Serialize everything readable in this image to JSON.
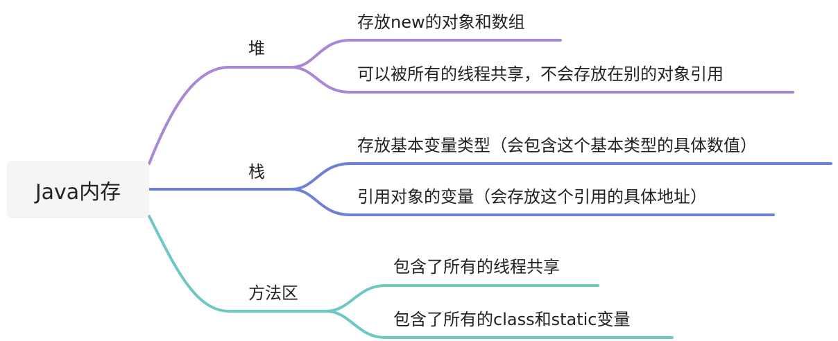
{
  "mindmap": {
    "root": {
      "label": "Java内存"
    },
    "branches": [
      {
        "label": "堆",
        "color": "#a987d8",
        "children": [
          {
            "label": "存放new的对象和数组"
          },
          {
            "label": "可以被所有的线程共享，不会存放在别的对象引用"
          }
        ]
      },
      {
        "label": "栈",
        "color": "#6d7fd6",
        "children": [
          {
            "label": "存放基本变量类型（会包含这个基本类型的具体数值）"
          },
          {
            "label": "引用对象的变量（会存放这个引用的具体地址）"
          }
        ]
      },
      {
        "label": "方法区",
        "color": "#6ec7c3",
        "children": [
          {
            "label": "包含了所有的线程共享"
          },
          {
            "label": "包含了所有的class和static变量"
          }
        ]
      }
    ]
  }
}
